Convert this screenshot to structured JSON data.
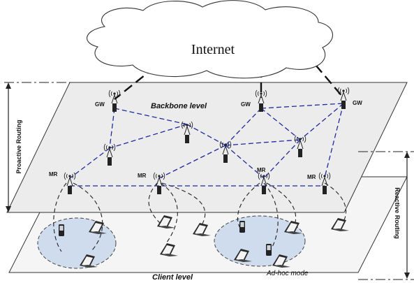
{
  "cloud_label": "Internet",
  "levels": {
    "backbone": "Backbone level",
    "client": "Client level"
  },
  "routing": {
    "proactive": "Proactive Routing",
    "reactive": "Reactive Routing"
  },
  "node_labels": {
    "gateway": "GW",
    "mesh_router": "MR"
  },
  "adhoc_label": "Ad-hoc mode",
  "colors": {
    "link": "#1e2a9e",
    "plane": "#ececec",
    "adhoc_fill": "#cfdcee",
    "cloud_fill": "#ffffff"
  },
  "icons": [
    "radio-tower-icon",
    "laptop-icon",
    "pda-icon",
    "cloud-icon"
  ]
}
